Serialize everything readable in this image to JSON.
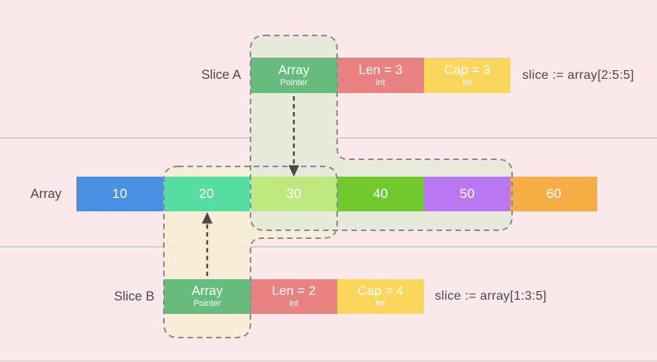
{
  "background": "#FAE8EA",
  "regions": {
    "slice_a_fill": "rgba(227,233,216,0.85)",
    "slice_b_fill": "rgba(248,238,211,0.82)",
    "border_color": "#8C8C8C",
    "arrow_color": "#4A4A4A"
  },
  "slice_a": {
    "label": "Slice A",
    "code": "slice := array[2:5:5]",
    "fields": [
      {
        "title": "Array",
        "subtitle": "Pointer",
        "color": "#66BC7D"
      },
      {
        "title": "Len = 3",
        "subtitle": "int",
        "color": "#EA8181"
      },
      {
        "title": "Cap = 3",
        "subtitle": "int",
        "color": "#FAD65A"
      }
    ]
  },
  "array": {
    "label": "Array",
    "cells": [
      {
        "value": "10",
        "color": "#4A90E2"
      },
      {
        "value": "20",
        "color": "#56DEA2"
      },
      {
        "value": "30",
        "color": "#BDE97E"
      },
      {
        "value": "40",
        "color": "#70CA2E"
      },
      {
        "value": "50",
        "color": "#B978F0"
      },
      {
        "value": "60",
        "color": "#F6AD43"
      }
    ]
  },
  "slice_b": {
    "label": "Slice B",
    "code": "slice := array[1:3:5]",
    "fields": [
      {
        "title": "Array",
        "subtitle": "Pointer",
        "color": "#66BC7D"
      },
      {
        "title": "Len = 2",
        "subtitle": "int",
        "color": "#EA8181"
      },
      {
        "title": "Cap = 4",
        "subtitle": "int",
        "color": "#FAD65A"
      }
    ]
  }
}
